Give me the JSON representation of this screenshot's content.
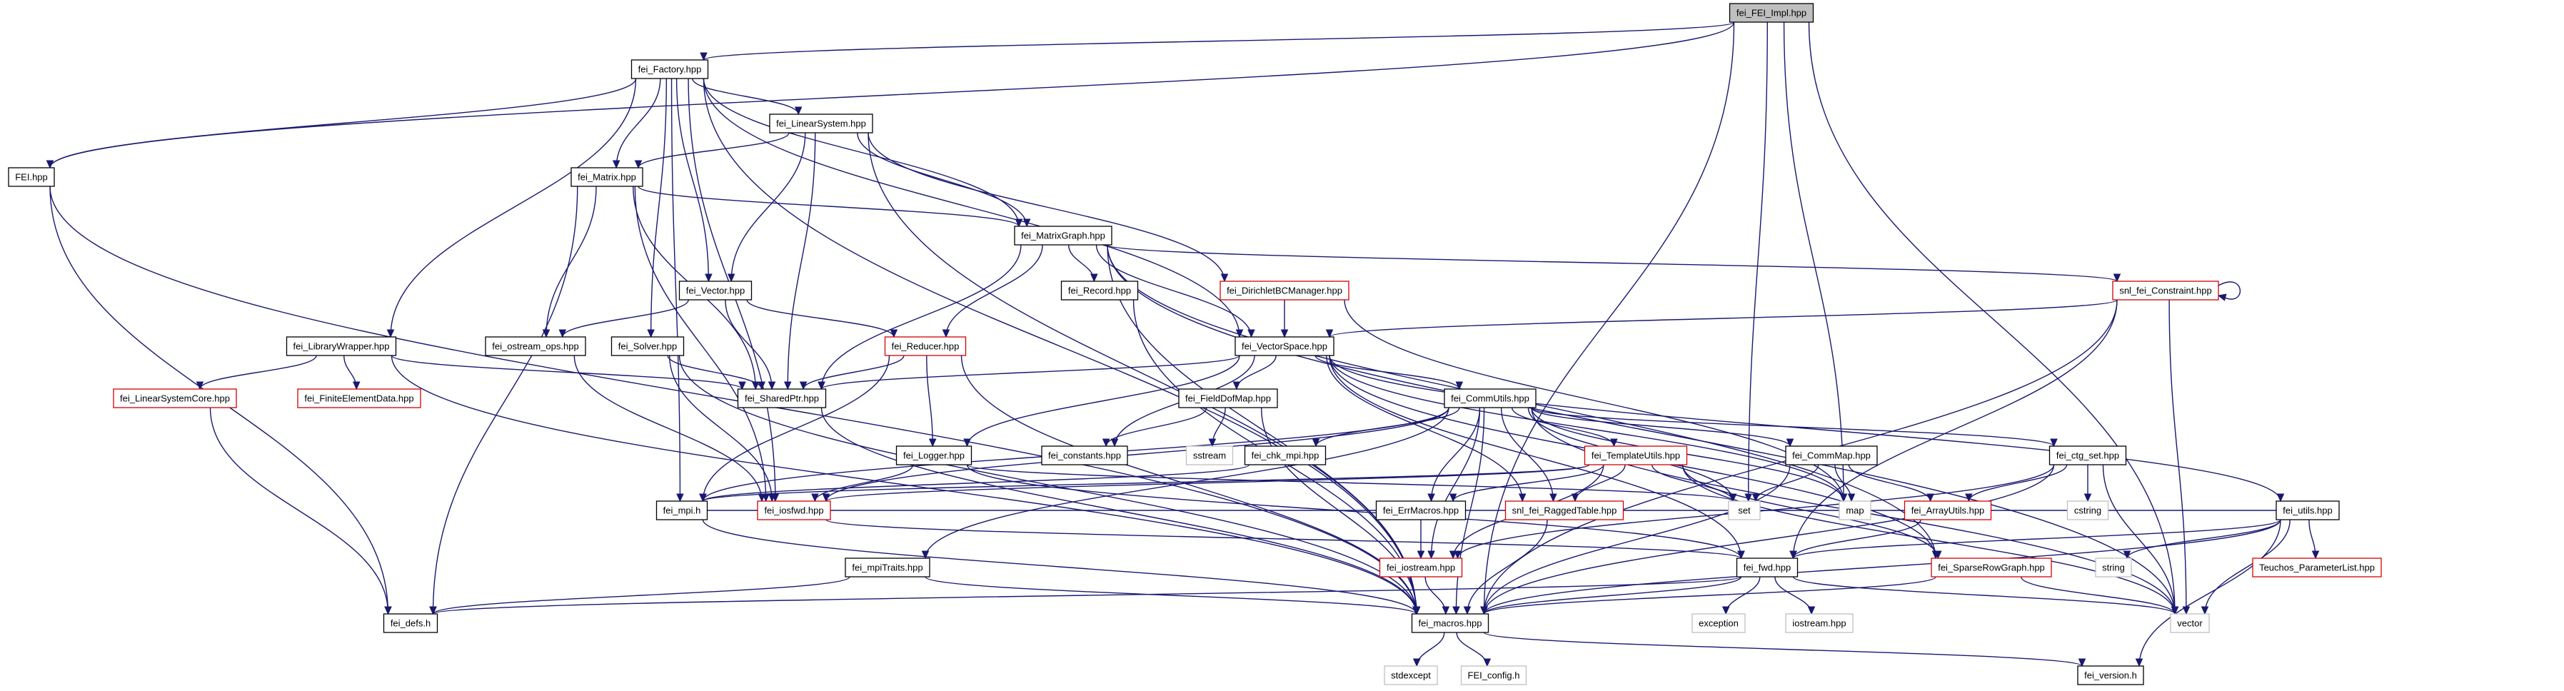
{
  "graph": {
    "nodes": [
      {
        "id": "fei_FEI_Impl",
        "label": "fei_FEI_Impl.hpp",
        "style": "root"
      },
      {
        "id": "fei_Factory",
        "label": "fei_Factory.hpp",
        "style": "black"
      },
      {
        "id": "FEI",
        "label": "FEI.hpp",
        "style": "black"
      },
      {
        "id": "fei_LinearSystem",
        "label": "fei_LinearSystem.hpp",
        "style": "black"
      },
      {
        "id": "fei_Matrix",
        "label": "fei_Matrix.hpp",
        "style": "black"
      },
      {
        "id": "fei_MatrixGraph",
        "label": "fei_MatrixGraph.hpp",
        "style": "black"
      },
      {
        "id": "fei_Vector",
        "label": "fei_Vector.hpp",
        "style": "black"
      },
      {
        "id": "fei_DirichletBCManager",
        "label": "fei_DirichletBCManager.hpp",
        "style": "red"
      },
      {
        "id": "fei_Record",
        "label": "fei_Record.hpp",
        "style": "black"
      },
      {
        "id": "snl_fei_Constraint",
        "label": "snl_fei_Constraint.hpp",
        "style": "red"
      },
      {
        "id": "fei_LibraryWrapper",
        "label": "fei_LibraryWrapper.hpp",
        "style": "black"
      },
      {
        "id": "fei_ostream_ops",
        "label": "fei_ostream_ops.hpp",
        "style": "black"
      },
      {
        "id": "fei_Solver",
        "label": "fei_Solver.hpp",
        "style": "black"
      },
      {
        "id": "fei_Reducer",
        "label": "fei_Reducer.hpp",
        "style": "red"
      },
      {
        "id": "fei_VectorSpace",
        "label": "fei_VectorSpace.hpp",
        "style": "black"
      },
      {
        "id": "fei_LinearSystemCore",
        "label": "fei_LinearSystemCore.hpp",
        "style": "red"
      },
      {
        "id": "fei_FiniteElementData",
        "label": "fei_FiniteElementData.hpp",
        "style": "red"
      },
      {
        "id": "fei_SharedPtr",
        "label": "fei_SharedPtr.hpp",
        "style": "black"
      },
      {
        "id": "fei_FieldDofMap",
        "label": "fei_FieldDofMap.hpp",
        "style": "black"
      },
      {
        "id": "fei_CommUtils",
        "label": "fei_CommUtils.hpp",
        "style": "black"
      },
      {
        "id": "fei_Logger",
        "label": "fei_Logger.hpp",
        "style": "black"
      },
      {
        "id": "fei_constants",
        "label": "fei_constants.hpp",
        "style": "black"
      },
      {
        "id": "sstream",
        "label": "sstream",
        "style": "gray"
      },
      {
        "id": "fei_chk_mpi",
        "label": "fei_chk_mpi.hpp",
        "style": "black"
      },
      {
        "id": "fei_TemplateUtils",
        "label": "fei_TemplateUtils.hpp",
        "style": "red"
      },
      {
        "id": "fei_CommMap",
        "label": "fei_CommMap.hpp",
        "style": "black"
      },
      {
        "id": "fei_ctg_set",
        "label": "fei_ctg_set.hpp",
        "style": "black"
      },
      {
        "id": "cstring",
        "label": "cstring",
        "style": "gray"
      },
      {
        "id": "fei_mpi",
        "label": "fei_mpi.h",
        "style": "black"
      },
      {
        "id": "fei_iosfwd",
        "label": "fei_iosfwd.hpp",
        "style": "red"
      },
      {
        "id": "fei_ErrMacros",
        "label": "fei_ErrMacros.hpp",
        "style": "black"
      },
      {
        "id": "snl_fei_RaggedTable",
        "label": "snl_fei_RaggedTable.hpp",
        "style": "red"
      },
      {
        "id": "set",
        "label": "set",
        "style": "gray"
      },
      {
        "id": "map",
        "label": "map",
        "style": "gray"
      },
      {
        "id": "fei_ArrayUtils",
        "label": "fei_ArrayUtils.hpp",
        "style": "red"
      },
      {
        "id": "fei_utils",
        "label": "fei_utils.hpp",
        "style": "black"
      },
      {
        "id": "fei_mpiTraits",
        "label": "fei_mpiTraits.hpp",
        "style": "black"
      },
      {
        "id": "fei_iostream",
        "label": "fei_iostream.hpp",
        "style": "red"
      },
      {
        "id": "fei_fwd",
        "label": "fei_fwd.hpp",
        "style": "black"
      },
      {
        "id": "fei_SparseRowGraph",
        "label": "fei_SparseRowGraph.hpp",
        "style": "red"
      },
      {
        "id": "string",
        "label": "string",
        "style": "gray"
      },
      {
        "id": "Teuchos_ParameterList",
        "label": "Teuchos_ParameterList.hpp",
        "style": "red"
      },
      {
        "id": "fei_defs",
        "label": "fei_defs.h",
        "style": "black"
      },
      {
        "id": "fei_macros",
        "label": "fei_macros.hpp",
        "style": "black"
      },
      {
        "id": "exception",
        "label": "exception",
        "style": "gray"
      },
      {
        "id": "iostream",
        "label": "iostream.hpp",
        "style": "gray"
      },
      {
        "id": "vector",
        "label": "vector",
        "style": "gray"
      },
      {
        "id": "stdexcept",
        "label": "stdexcept",
        "style": "gray"
      },
      {
        "id": "FEI_config",
        "label": "FEI_config.h",
        "style": "gray"
      },
      {
        "id": "fei_version",
        "label": "fei_version.h",
        "style": "black"
      }
    ],
    "edges": [
      [
        "fei_FEI_Impl",
        "fei_Factory"
      ],
      [
        "fei_FEI_Impl",
        "FEI"
      ],
      [
        "fei_FEI_Impl",
        "set"
      ],
      [
        "fei_FEI_Impl",
        "map"
      ],
      [
        "fei_FEI_Impl",
        "fei_macros"
      ],
      [
        "fei_FEI_Impl",
        "vector"
      ],
      [
        "fei_Factory",
        "FEI"
      ],
      [
        "fei_Factory",
        "fei_mpi"
      ],
      [
        "fei_Factory",
        "fei_iosfwd"
      ],
      [
        "fei_Factory",
        "fei_LinearSystem"
      ],
      [
        "fei_Factory",
        "fei_Matrix"
      ],
      [
        "fei_Factory",
        "fei_MatrixGraph"
      ],
      [
        "fei_Factory",
        "fei_Vector"
      ],
      [
        "fei_Factory",
        "fei_VectorSpace"
      ],
      [
        "fei_Factory",
        "fei_Solver"
      ],
      [
        "fei_Factory",
        "fei_LibraryWrapper"
      ],
      [
        "fei_Factory",
        "fei_macros"
      ],
      [
        "FEI",
        "fei_defs"
      ],
      [
        "FEI",
        "fei_macros"
      ],
      [
        "fei_LinearSystem",
        "fei_Matrix"
      ],
      [
        "fei_LinearSystem",
        "fei_MatrixGraph"
      ],
      [
        "fei_LinearSystem",
        "fei_Vector"
      ],
      [
        "fei_LinearSystem",
        "fei_DirichletBCManager"
      ],
      [
        "fei_LinearSystem",
        "fei_SharedPtr"
      ],
      [
        "fei_LinearSystem",
        "fei_macros"
      ],
      [
        "fei_Matrix",
        "fei_MatrixGraph"
      ],
      [
        "fei_Matrix",
        "fei_ostream_ops"
      ],
      [
        "fei_Matrix",
        "fei_SharedPtr"
      ],
      [
        "fei_Matrix",
        "fei_iosfwd"
      ],
      [
        "fei_Matrix",
        "fei_defs"
      ],
      [
        "fei_MatrixGraph",
        "fei_Record"
      ],
      [
        "fei_MatrixGraph",
        "fei_VectorSpace"
      ],
      [
        "fei_MatrixGraph",
        "snl_fei_Constraint"
      ],
      [
        "fei_MatrixGraph",
        "fei_Reducer"
      ],
      [
        "fei_MatrixGraph",
        "fei_SharedPtr"
      ],
      [
        "fei_MatrixGraph",
        "fei_macros"
      ],
      [
        "fei_MatrixGraph",
        "vector"
      ],
      [
        "fei_MatrixGraph",
        "fei_SparseRowGraph"
      ],
      [
        "fei_Vector",
        "fei_ostream_ops"
      ],
      [
        "fei_Vector",
        "fei_Reducer"
      ],
      [
        "fei_Vector",
        "fei_SharedPtr"
      ],
      [
        "fei_DirichletBCManager",
        "fei_VectorSpace"
      ],
      [
        "fei_DirichletBCManager",
        "map"
      ],
      [
        "fei_Record",
        "fei_macros"
      ],
      [
        "snl_fei_Constraint",
        "snl_fei_Constraint"
      ],
      [
        "snl_fei_Constraint",
        "fei_VectorSpace"
      ],
      [
        "snl_fei_Constraint",
        "fei_fwd"
      ],
      [
        "snl_fei_Constraint",
        "fei_macros"
      ],
      [
        "snl_fei_Constraint",
        "vector"
      ],
      [
        "fei_LibraryWrapper",
        "fei_LinearSystemCore"
      ],
      [
        "fei_LibraryWrapper",
        "fei_FiniteElementData"
      ],
      [
        "fei_LibraryWrapper",
        "fei_SharedPtr"
      ],
      [
        "fei_LibraryWrapper",
        "fei_macros"
      ],
      [
        "fei_LinearSystemCore",
        "fei_defs"
      ],
      [
        "fei_ostream_ops",
        "fei_iosfwd"
      ],
      [
        "fei_Solver",
        "fei_SharedPtr"
      ],
      [
        "fei_Solver",
        "fei_iosfwd"
      ],
      [
        "fei_Solver",
        "fei_macros"
      ],
      [
        "fei_Reducer",
        "fei_Logger"
      ],
      [
        "fei_Reducer",
        "fei_SharedPtr"
      ],
      [
        "fei_Reducer",
        "fei_mpi"
      ],
      [
        "fei_Reducer",
        "fei_macros"
      ],
      [
        "fei_VectorSpace",
        "fei_FieldDofMap"
      ],
      [
        "fei_VectorSpace",
        "fei_CommUtils"
      ],
      [
        "fei_VectorSpace",
        "fei_Logger"
      ],
      [
        "fei_VectorSpace",
        "fei_constants"
      ],
      [
        "fei_VectorSpace",
        "fei_SharedPtr"
      ],
      [
        "fei_VectorSpace",
        "fei_fwd"
      ],
      [
        "fei_VectorSpace",
        "snl_fei_RaggedTable"
      ],
      [
        "fei_VectorSpace",
        "fei_utils"
      ],
      [
        "fei_VectorSpace",
        "map"
      ],
      [
        "fei_VectorSpace",
        "fei_SparseRowGraph"
      ],
      [
        "fei_SharedPtr",
        "fei_macros"
      ],
      [
        "fei_FieldDofMap",
        "fei_constants"
      ],
      [
        "fei_FieldDofMap",
        "sstream"
      ],
      [
        "fei_FieldDofMap",
        "fei_macros"
      ],
      [
        "fei_CommUtils",
        "fei_chk_mpi"
      ],
      [
        "fei_CommUtils",
        "fei_TemplateUtils"
      ],
      [
        "fei_CommUtils",
        "fei_CommMap"
      ],
      [
        "fei_CommUtils",
        "fei_ctg_set"
      ],
      [
        "fei_CommUtils",
        "fei_mpi"
      ],
      [
        "fei_CommUtils",
        "fei_mpiTraits"
      ],
      [
        "fei_CommUtils",
        "fei_ErrMacros"
      ],
      [
        "fei_CommUtils",
        "fei_iostream"
      ],
      [
        "fei_CommUtils",
        "snl_fei_RaggedTable"
      ],
      [
        "fei_CommUtils",
        "set"
      ],
      [
        "fei_CommUtils",
        "map"
      ],
      [
        "fei_CommUtils",
        "vector"
      ],
      [
        "fei_CommUtils",
        "fei_macros"
      ],
      [
        "fei_CommUtils",
        "fei_iosfwd"
      ],
      [
        "fei_Logger",
        "fei_iosfwd"
      ],
      [
        "fei_Logger",
        "set"
      ],
      [
        "fei_Logger",
        "fei_fwd"
      ],
      [
        "fei_chk_mpi",
        "fei_mpi"
      ],
      [
        "fei_TemplateUtils",
        "fei_iosfwd"
      ],
      [
        "fei_TemplateUtils",
        "fei_ErrMacros"
      ],
      [
        "fei_TemplateUtils",
        "snl_fei_RaggedTable"
      ],
      [
        "fei_TemplateUtils",
        "set"
      ],
      [
        "fei_TemplateUtils",
        "fei_SparseRowGraph"
      ],
      [
        "fei_TemplateUtils",
        "fei_iostream"
      ],
      [
        "fei_TemplateUtils",
        "vector"
      ],
      [
        "fei_TemplateUtils",
        "fei_mpi"
      ],
      [
        "fei_CommMap",
        "fei_ArrayUtils"
      ],
      [
        "fei_CommMap",
        "set"
      ],
      [
        "fei_CommMap",
        "map"
      ],
      [
        "fei_CommMap",
        "fei_macros"
      ],
      [
        "fei_ctg_set",
        "cstring"
      ],
      [
        "fei_ctg_set",
        "fei_ArrayUtils"
      ],
      [
        "fei_ctg_set",
        "fei_macros"
      ],
      [
        "fei_ctg_set",
        "fei_iostream"
      ],
      [
        "fei_ctg_set",
        "vector"
      ],
      [
        "fei_mpi",
        "fei_macros"
      ],
      [
        "fei_iosfwd",
        "fei_fwd"
      ],
      [
        "fei_ErrMacros",
        "fei_iostream"
      ],
      [
        "snl_fei_RaggedTable",
        "fei_macros"
      ],
      [
        "fei_ArrayUtils",
        "fei_fwd"
      ],
      [
        "fei_utils",
        "string"
      ],
      [
        "fei_utils",
        "Teuchos_ParameterList"
      ],
      [
        "fei_utils",
        "fei_fwd"
      ],
      [
        "fei_utils",
        "fei_version"
      ],
      [
        "fei_utils",
        "vector"
      ],
      [
        "fei_utils",
        "fei_macros"
      ],
      [
        "fei_utils",
        "fei_mpi"
      ],
      [
        "fei_mpiTraits",
        "fei_macros"
      ],
      [
        "fei_mpiTraits",
        "fei_defs"
      ],
      [
        "fei_iostream",
        "fei_macros"
      ],
      [
        "fei_fwd",
        "fei_macros"
      ],
      [
        "fei_fwd",
        "exception"
      ],
      [
        "fei_fwd",
        "iostream"
      ],
      [
        "fei_fwd",
        "vector"
      ],
      [
        "fei_fwd",
        "fei_defs"
      ],
      [
        "fei_SparseRowGraph",
        "fei_macros"
      ],
      [
        "fei_SparseRowGraph",
        "vector"
      ],
      [
        "fei_macros",
        "stdexcept"
      ],
      [
        "fei_macros",
        "FEI_config"
      ],
      [
        "fei_macros",
        "fei_version"
      ]
    ]
  }
}
